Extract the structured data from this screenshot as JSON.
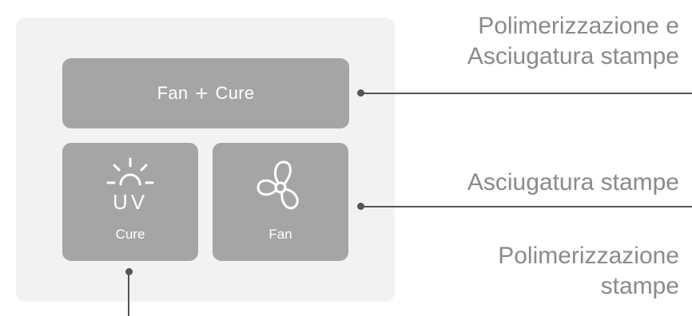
{
  "controls": {
    "fan_cure": {
      "left": "Fan",
      "plus": "+",
      "right": "Cure"
    },
    "cure": {
      "label": "Cure",
      "icon": "uv-light-icon",
      "icon_text": "UV"
    },
    "fan": {
      "label": "Fan",
      "icon": "fan-icon"
    }
  },
  "callouts": {
    "fan_cure_line1": "Polimerizzazione e",
    "fan_cure_line2": "Asciugatura stampe",
    "fan": "Asciugatura stampe",
    "cure_line1": "Polimerizzazione",
    "cure_line2": "stampe"
  },
  "colors": {
    "panel": "#f2f2f2",
    "button": "#a5a5a5",
    "button_text": "#ffffff",
    "callout_text": "#8a8a8a",
    "leader": "#555555"
  }
}
